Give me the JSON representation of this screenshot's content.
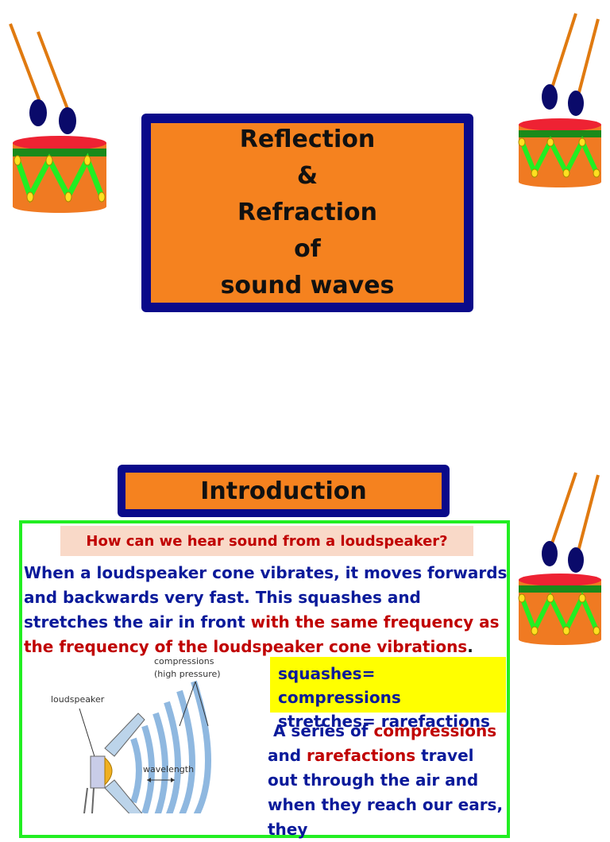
{
  "title": {
    "lines": [
      "Reflection",
      "&",
      "Refraction",
      "of",
      "sound waves"
    ]
  },
  "intro": {
    "heading": "Introduction",
    "question": "How can we hear sound from a loudspeaker?",
    "paragraph": {
      "part1": "When a loudspeaker cone vibrates, it moves forwards and backwards very fast. This squashes and stretches the air in front ",
      "part2_red": "with the same frequency as the frequency of the loudspeaker cone vibrations",
      "part3": "."
    },
    "definitions": [
      "squashes= compressions",
      "stretches= rarefactions"
    ],
    "series": {
      "t1": "A series of ",
      "t2_red": "compressions",
      "t3": " and ",
      "t4_red": "rarefactions",
      "t5": " travel out through the air and when they reach our ears, they"
    }
  },
  "diagram": {
    "compressions_label_1": "compressions",
    "compressions_label_2": "(high pressure)",
    "loudspeaker_label": "loudspeaker",
    "wavelength_label": "wavelength"
  },
  "colors": {
    "box_border": "#0a0a8a",
    "box_fill": "#f5821f",
    "text_blue": "#0a1a9a",
    "text_red": "#c00000",
    "frame_green": "#22ee22",
    "highlight_yellow": "#ffff00"
  },
  "icons": [
    "drum-icon",
    "drum-icon",
    "drum-icon"
  ]
}
